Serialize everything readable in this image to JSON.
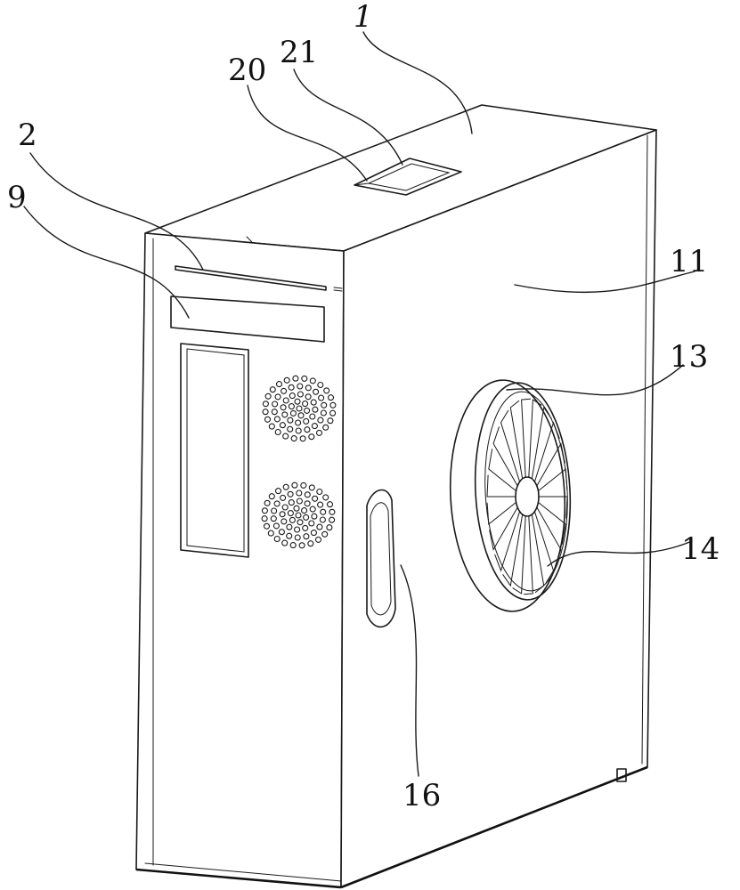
{
  "labels": {
    "l1": "1",
    "l2": "2",
    "l9": "9",
    "l11": "11",
    "l13": "13",
    "l14": "14",
    "l16": "16",
    "l20": "20",
    "l21": "21"
  }
}
